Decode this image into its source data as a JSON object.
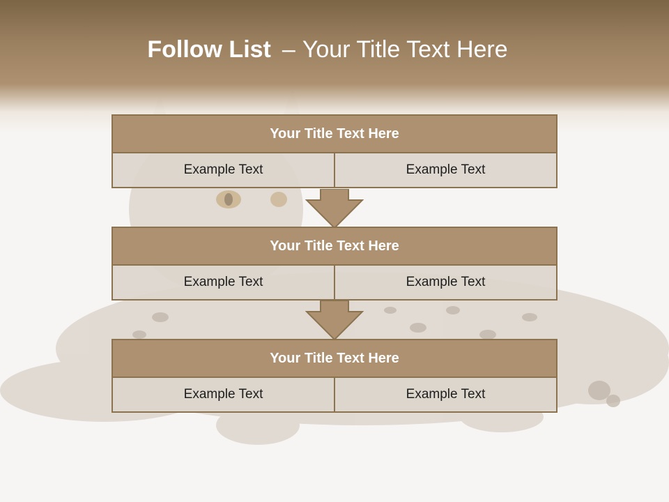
{
  "slide": {
    "title_bold": "Follow List",
    "title_sep": "–",
    "title_rest": "Your Title Text Here"
  },
  "blocks": [
    {
      "title": "Your Title Text Here",
      "left": "Example Text",
      "right": "Example Text"
    },
    {
      "title": "Your Title Text Here",
      "left": "Example Text",
      "right": "Example Text"
    },
    {
      "title": "Your Title Text Here",
      "left": "Example Text",
      "right": "Example Text"
    }
  ],
  "colors": {
    "header_dark": "#7b6544",
    "accent": "#ad9170",
    "border": "#8c7350",
    "cell_bg": "#ddd5cc",
    "background": "#f7f5f3"
  },
  "background_image": "lynx-photo"
}
